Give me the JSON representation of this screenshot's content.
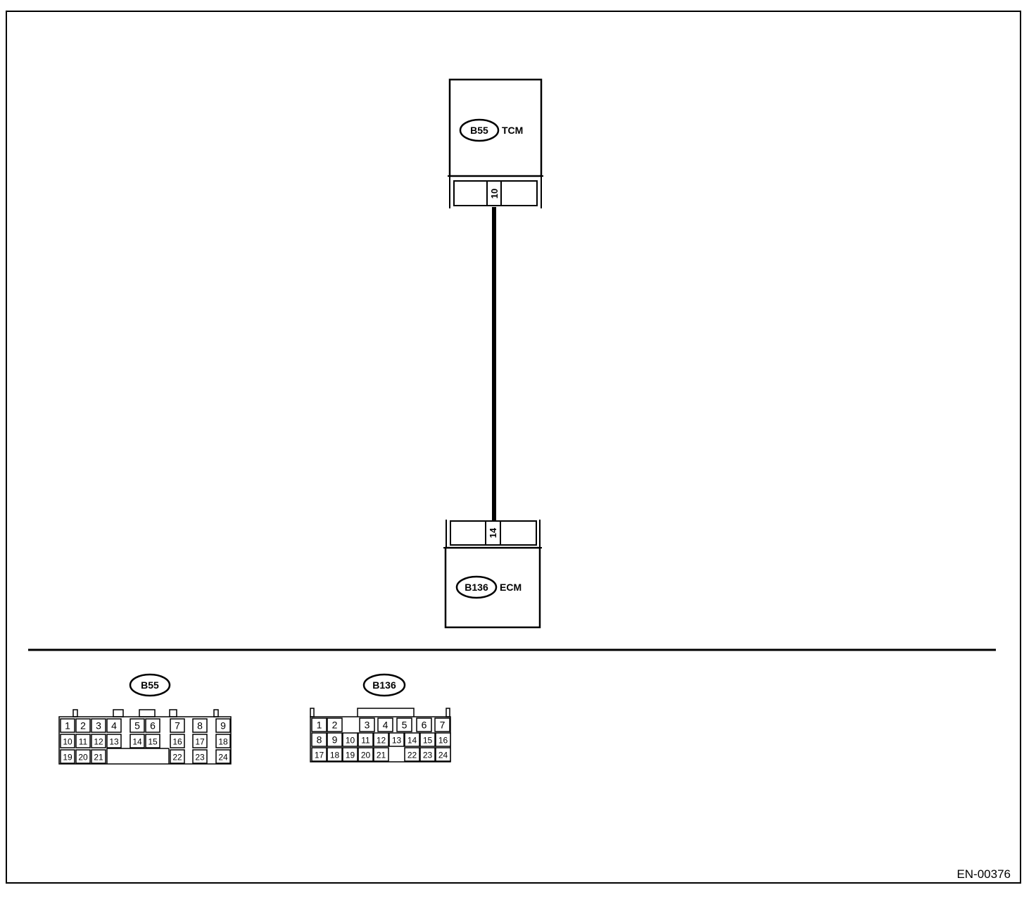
{
  "tcm": {
    "connector": "B55",
    "label": "TCM",
    "pin": "10"
  },
  "ecm": {
    "connector": "B136",
    "label": "ECM",
    "pin": "14"
  },
  "connectors": {
    "b55": {
      "name": "B55",
      "pins": [
        "1",
        "2",
        "3",
        "4",
        "5",
        "6",
        "7",
        "8",
        "9",
        "10",
        "11",
        "12",
        "13",
        "14",
        "15",
        "16",
        "17",
        "18",
        "19",
        "20",
        "21",
        "22",
        "23",
        "24"
      ]
    },
    "b136": {
      "name": "B136",
      "pins": [
        "1",
        "2",
        "3",
        "4",
        "5",
        "6",
        "7",
        "8",
        "9",
        "10",
        "11",
        "12",
        "13",
        "14",
        "15",
        "16",
        "17",
        "18",
        "19",
        "20",
        "21",
        "22",
        "23",
        "24"
      ]
    }
  },
  "figure_id": "EN-00376"
}
